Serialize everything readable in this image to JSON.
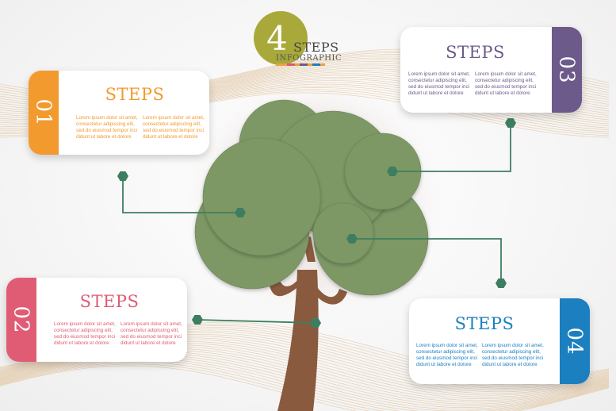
{
  "header": {
    "number": "4",
    "steps": "STEPS",
    "infographic": "INFOGRAPHIC"
  },
  "colors": {
    "step1": "#f29a2e",
    "step2": "#df5c74",
    "step3": "#6c5a8a",
    "step4": "#1b7fc0",
    "tree": "#7d9865",
    "trunk": "#8a5a3e",
    "connector": "#3e7e60"
  },
  "steps": [
    {
      "number": "01",
      "title": "STEPS",
      "col1": "Lorem ipsum dolor sit amet, consectetur adipiscing elit, sed do eiusmod tempor inci didunt ut labore et dolore",
      "col2": "Lorem ipsum dolor sit amet, consectetur adipiscing elit, sed do eiusmod tempor inci didunt ut labore et dolore"
    },
    {
      "number": "02",
      "title": "STEPS",
      "col1": "Lorem ipsum dolor sit amet, consectetur adipiscing elit, sed do eiusmod tempor inci didunt ut labore et dolore",
      "col2": "Lorem ipsum dolor sit amet, consectetur adipiscing elit, sed do eiusmod tempor inci didunt ut labore et dolore"
    },
    {
      "number": "03",
      "title": "STEPS",
      "col1": "Lorem ipsum dolor sit amet, consectetur adipiscing elit, sed do eiusmod tempor inci didunt ut labore et dolore",
      "col2": "Lorem ipsum dolor sit amet, consectetur adipiscing elit, sed do eiusmod tempor inci didunt ut labore et dolore"
    },
    {
      "number": "04",
      "title": "STEPS",
      "col1": "Lorem ipsum dolor sit amet, consectetur adipiscing elit, sed do eiusmod tempor inci didunt ut labore et dolore",
      "col2": "Lorem ipsum dolor sit amet, consectetur adipiscing elit, sed do eiusmod tempor inci didunt ut labore et dolore"
    }
  ]
}
